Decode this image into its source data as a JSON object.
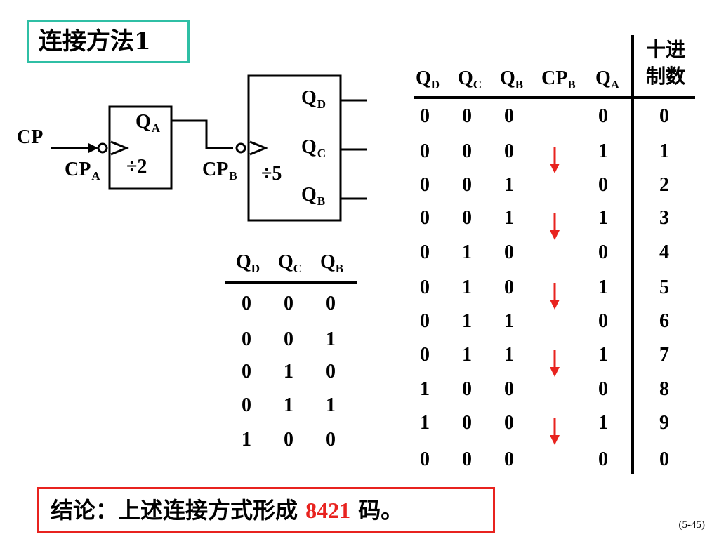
{
  "title": "连接方法1",
  "diagram": {
    "cp_input": "CP",
    "div2": {
      "symbol": "÷2",
      "clock": {
        "main": "CP",
        "sub": "A"
      },
      "output": {
        "main": "Q",
        "sub": "A"
      }
    },
    "div5": {
      "symbol": "÷5",
      "clock": {
        "main": "CP",
        "sub": "B"
      },
      "outputs": [
        {
          "main": "Q",
          "sub": "D"
        },
        {
          "main": "Q",
          "sub": "C"
        },
        {
          "main": "Q",
          "sub": "B"
        }
      ]
    }
  },
  "small_table": {
    "headers": [
      {
        "main": "Q",
        "sub": "D"
      },
      {
        "main": "Q",
        "sub": "C"
      },
      {
        "main": "Q",
        "sub": "B"
      }
    ],
    "rows": [
      [
        "0",
        "0",
        "0"
      ],
      [
        "0",
        "0",
        "1"
      ],
      [
        "0",
        "1",
        "0"
      ],
      [
        "0",
        "1",
        "1"
      ],
      [
        "1",
        "0",
        "0"
      ]
    ]
  },
  "big_table": {
    "headers": [
      {
        "main": "Q",
        "sub": "D"
      },
      {
        "main": "Q",
        "sub": "C"
      },
      {
        "main": "Q",
        "sub": "B"
      },
      {
        "main": "CP",
        "sub": "B"
      },
      {
        "main": "Q",
        "sub": "A"
      }
    ],
    "decimal_header": [
      "十进",
      "制数"
    ],
    "rows": [
      {
        "qd": "0",
        "qc": "0",
        "qb": "0",
        "qa": "0",
        "dec": "0",
        "arrow": false
      },
      {
        "qd": "0",
        "qc": "0",
        "qb": "0",
        "qa": "1",
        "dec": "1",
        "arrow": true
      },
      {
        "qd": "0",
        "qc": "0",
        "qb": "1",
        "qa": "0",
        "dec": "2",
        "arrow": false
      },
      {
        "qd": "0",
        "qc": "0",
        "qb": "1",
        "qa": "1",
        "dec": "3",
        "arrow": true
      },
      {
        "qd": "0",
        "qc": "1",
        "qb": "0",
        "qa": "0",
        "dec": "4",
        "arrow": false
      },
      {
        "qd": "0",
        "qc": "1",
        "qb": "0",
        "qa": "1",
        "dec": "5",
        "arrow": true
      },
      {
        "qd": "0",
        "qc": "1",
        "qb": "1",
        "qa": "0",
        "dec": "6",
        "arrow": false
      },
      {
        "qd": "0",
        "qc": "1",
        "qb": "1",
        "qa": "1",
        "dec": "7",
        "arrow": true
      },
      {
        "qd": "1",
        "qc": "0",
        "qb": "0",
        "qa": "0",
        "dec": "8",
        "arrow": false
      },
      {
        "qd": "1",
        "qc": "0",
        "qb": "0",
        "qa": "1",
        "dec": "9",
        "arrow": true
      },
      {
        "qd": "0",
        "qc": "0",
        "qb": "0",
        "qa": "0",
        "dec": "0",
        "arrow": false
      }
    ]
  },
  "conclusion": {
    "prefix": "结论：上述连接方式形成 ",
    "code": "8421",
    "suffix": " 码。"
  },
  "page_number": "(5-45)",
  "colors": {
    "title_border": "#2fbfa5",
    "conclusion_border": "#e8231f",
    "arrow": "#e8231f"
  }
}
